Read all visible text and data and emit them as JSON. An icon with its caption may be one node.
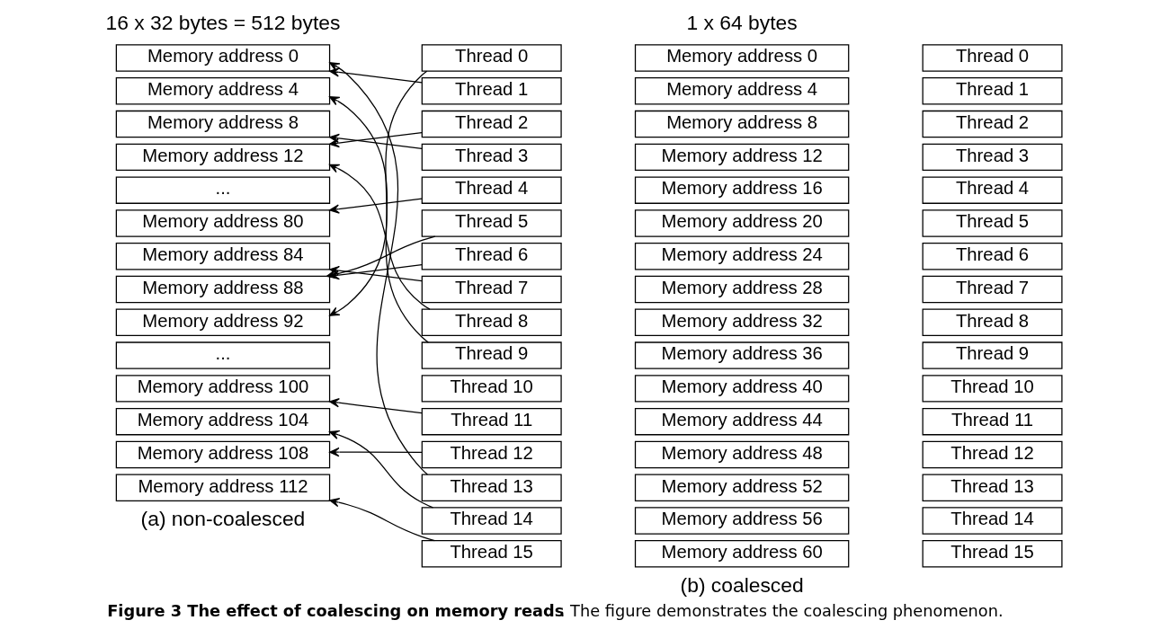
{
  "diagram": {
    "caption": "**Figure 3 The effect of coalescing on memory reads**. The figure demonstrates the coalescing phenomenon.",
    "nodes": [
      {
        "text": [
          "Memory address 0"
        ]
      },
      {
        "text": [
          "Memory address 4"
        ]
      },
      {
        "text": [
          "Memory address 8"
        ]
      },
      {
        "text": [
          "Memory address 12"
        ]
      },
      {
        "text": [
          "..."
        ]
      },
      {
        "text": [
          "Memory address 80"
        ]
      },
      {
        "text": [
          "Memory address 84"
        ]
      },
      {
        "text": [
          "Memory address 88"
        ]
      },
      {
        "text": [
          "Memory address 92"
        ]
      },
      {
        "text": [
          "..."
        ]
      },
      {
        "text": [
          "Memory address 100"
        ]
      },
      {
        "text": [
          "Memory address 104"
        ]
      },
      {
        "text": [
          "Memory address 108"
        ]
      },
      {
        "text": [
          "Memory address 112"
        ]
      },
      {
        "text": [
          "Thread 0"
        ]
      },
      {
        "text": [
          "Thread 1"
        ]
      },
      {
        "text": [
          "Thread 2"
        ]
      },
      {
        "text": [
          "Thread 3"
        ]
      },
      {
        "text": [
          "Thread 4"
        ]
      },
      {
        "text": [
          "Thread 5"
        ]
      },
      {
        "text": [
          "Thread 6"
        ]
      },
      {
        "text": [
          "Thread 7"
        ]
      },
      {
        "text": [
          "Thread 8"
        ]
      },
      {
        "text": [
          "Thread 9"
        ]
      },
      {
        "text": [
          "Thread 10"
        ]
      },
      {
        "text": [
          "Thread 11"
        ]
      },
      {
        "text": [
          "Thread 12"
        ]
      },
      {
        "text": [
          "Thread 13"
        ]
      },
      {
        "text": [
          "Thread 14"
        ]
      },
      {
        "text": [
          "Thread 15"
        ]
      },
      {
        "text": [
          "Memory address 0"
        ]
      },
      {
        "text": [
          "Memory address 4"
        ]
      },
      {
        "text": [
          "Memory address 8"
        ]
      },
      {
        "text": [
          "Memory address 12"
        ]
      },
      {
        "text": [
          "Memory address 16"
        ]
      },
      {
        "text": [
          "Memory address 20"
        ]
      },
      {
        "text": [
          "Memory address 24"
        ]
      },
      {
        "text": [
          "Memory address 28"
        ]
      },
      {
        "text": [
          "Memory address 32"
        ]
      },
      {
        "text": [
          "Memory address 36"
        ]
      },
      {
        "text": [
          "Memory address 40"
        ]
      },
      {
        "text": [
          "Memory address 44"
        ]
      },
      {
        "text": [
          "Memory address 48"
        ]
      },
      {
        "text": [
          "Memory address 52"
        ]
      },
      {
        "text": [
          "Memory address 56"
        ]
      },
      {
        "text": [
          "Memory address 60"
        ]
      },
      {
        "text": [
          "Thread 0"
        ]
      },
      {
        "text": [
          "Thread 1"
        ]
      },
      {
        "text": [
          "Thread 2"
        ]
      },
      {
        "text": [
          "Thread 3"
        ]
      },
      {
        "text": [
          "Thread 4"
        ]
      },
      {
        "text": [
          "Thread 5"
        ]
      },
      {
        "text": [
          "Thread 6"
        ]
      },
      {
        "text": [
          "Thread 7"
        ]
      },
      {
        "text": [
          "Thread 8"
        ]
      },
      {
        "text": [
          "Thread 9"
        ]
      },
      {
        "text": [
          "Thread 10"
        ]
      },
      {
        "text": [
          "Thread 11"
        ]
      },
      {
        "text": [
          "Thread 12"
        ]
      },
      {
        "text": [
          "Thread 13"
        ]
      },
      {
        "text": [
          "Thread 14"
        ]
      },
      {
        "text": [
          "Thread 15"
        ]
      }
    ],
    "edges": [
      {
        "from": 14,
        "to": 8,
        "arrow": "to"
      },
      {
        "from": 15,
        "to": 0,
        "arrow": "to"
      },
      {
        "from": 16,
        "to": 3,
        "arrow": "to"
      },
      {
        "from": 17,
        "to": 2,
        "arrow": "to"
      },
      {
        "from": 18,
        "to": 5,
        "arrow": "to"
      },
      {
        "from": 19,
        "to": 7,
        "arrow": "to"
      },
      {
        "from": 20,
        "to": 7,
        "arrow": "to"
      },
      {
        "from": 21,
        "to": 6,
        "arrow": "to"
      },
      {
        "from": 22,
        "to": 3,
        "arrow": "to"
      },
      {
        "from": 23,
        "to": 1,
        "arrow": "to"
      },
      {
        "from": 25,
        "to": 10,
        "arrow": "to"
      },
      {
        "from": 26,
        "to": 12,
        "arrow": "to"
      },
      {
        "from": 27,
        "to": 0,
        "arrow": "to"
      },
      {
        "from": 28,
        "to": 11,
        "arrow": "to"
      },
      {
        "from": 29,
        "to": 13,
        "arrow": "to"
      }
    ],
    "labels": [
      "16 x 32 bytes = 512 bytes",
      "1 x 64 bytes",
      "(a) non-coalesced",
      "(b) coalesced"
    ]
  }
}
